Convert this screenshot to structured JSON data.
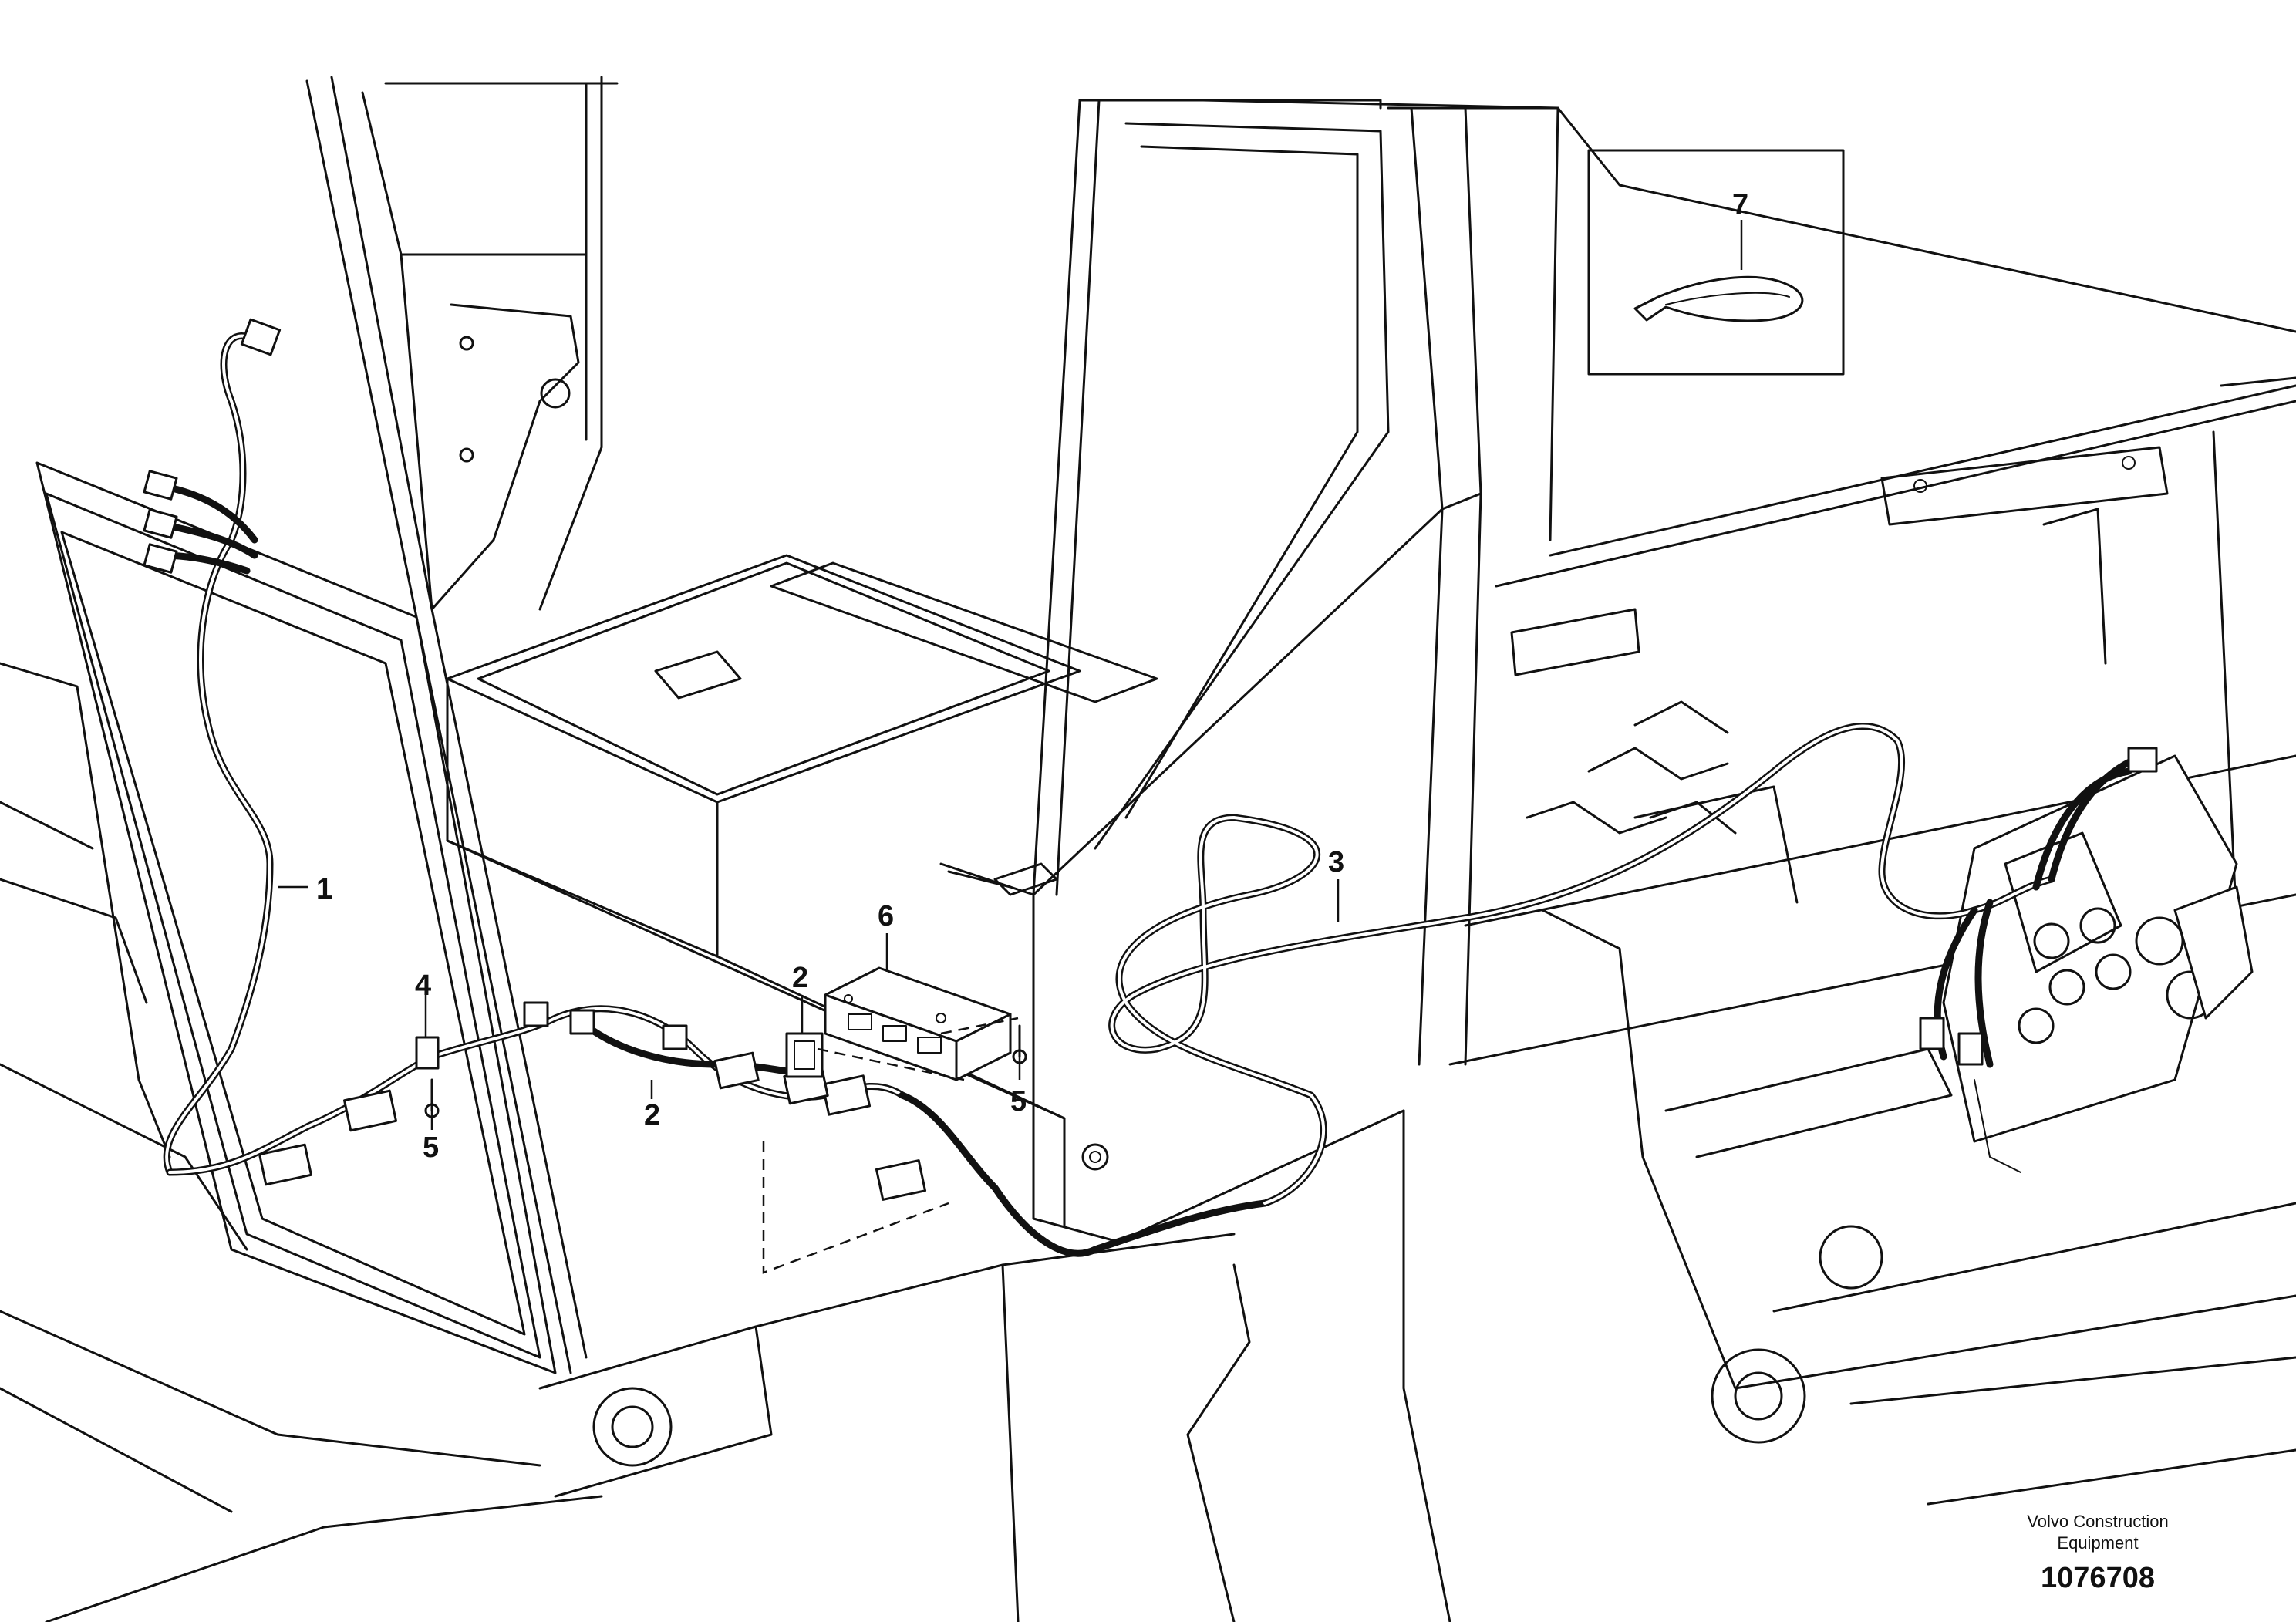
{
  "callouts": [
    {
      "id": "1",
      "label": "1"
    },
    {
      "id": "2a",
      "label": "2"
    },
    {
      "id": "2b",
      "label": "2"
    },
    {
      "id": "3",
      "label": "3"
    },
    {
      "id": "4",
      "label": "4"
    },
    {
      "id": "5a",
      "label": "5"
    },
    {
      "id": "5b",
      "label": "5"
    },
    {
      "id": "6",
      "label": "6"
    },
    {
      "id": "7",
      "label": "7"
    }
  ],
  "footer": {
    "brand_line1": "Volvo Construction",
    "brand_line2": "Equipment",
    "drawing_number": "1076708"
  }
}
